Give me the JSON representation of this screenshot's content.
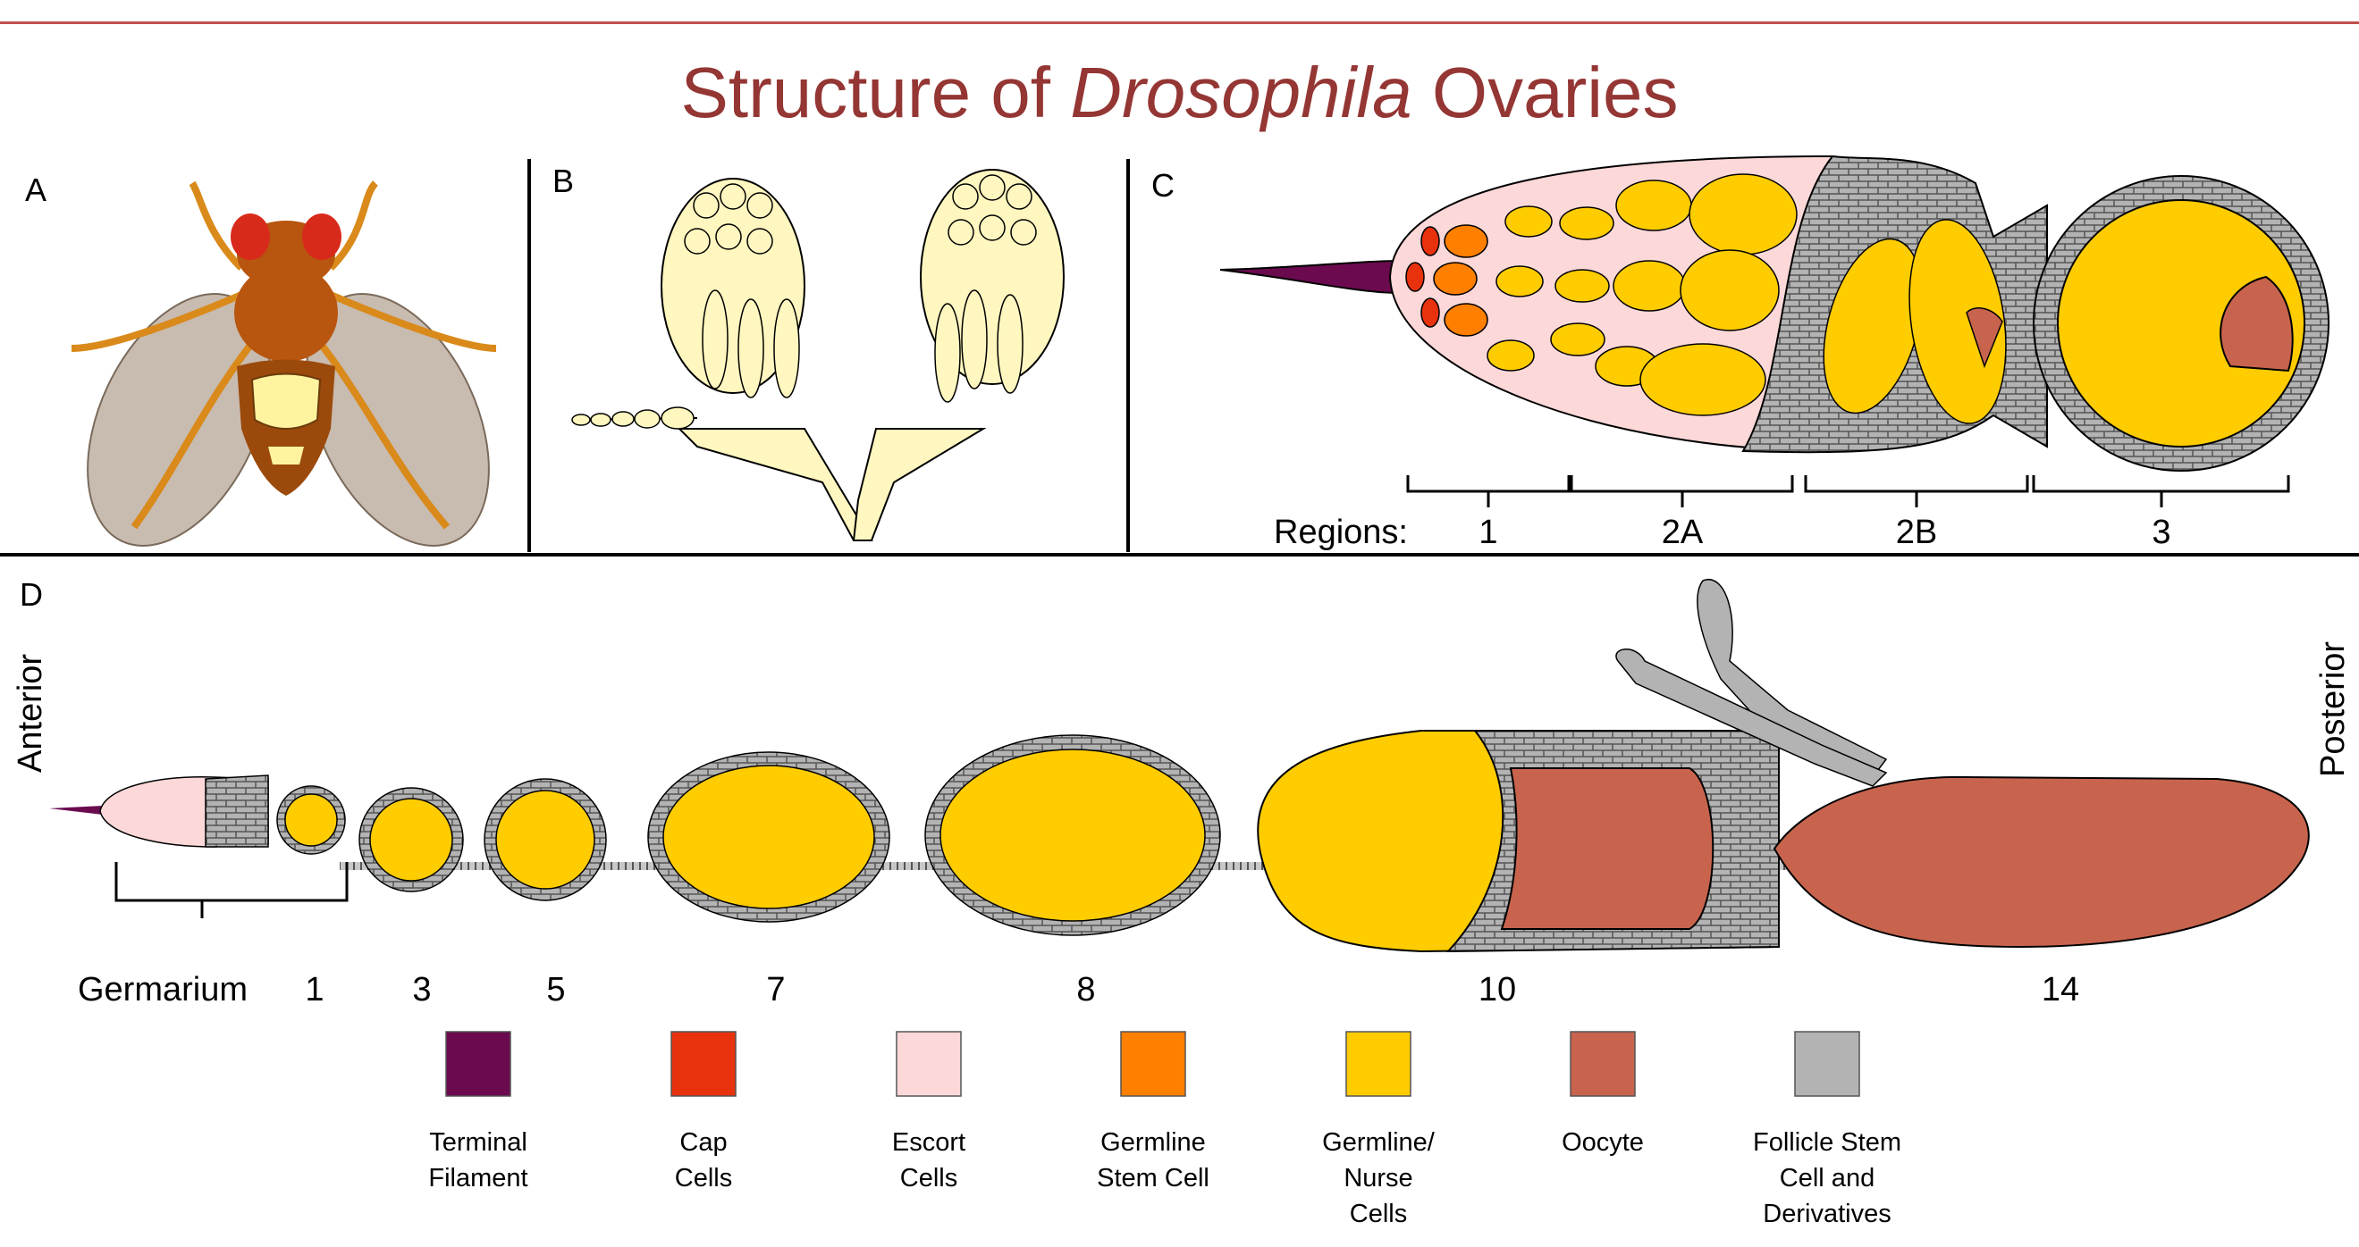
{
  "title": {
    "before": "Structure of ",
    "italic": "Drosophila",
    "after": " Ovaries"
  },
  "panels": {
    "a": "A",
    "b": "B",
    "c": "C",
    "d": "D"
  },
  "regions": {
    "label": "Regions:",
    "items": [
      "1",
      "2A",
      "2B",
      "3"
    ]
  },
  "axis": {
    "anterior": "Anterior",
    "posterior": "Posterior"
  },
  "stages": [
    "Germarium",
    "1",
    "3",
    "5",
    "7",
    "8",
    "10",
    "14"
  ],
  "legend": [
    {
      "color": "#6b0a4f",
      "lines": [
        "Terminal",
        "Filament"
      ]
    },
    {
      "color": "#e8320e",
      "lines": [
        "Cap",
        "Cells"
      ]
    },
    {
      "color": "#fdd8d8",
      "lines": [
        "Escort",
        "Cells"
      ]
    },
    {
      "color": "#ff7f00",
      "lines": [
        "Germline",
        "Stem Cell"
      ]
    },
    {
      "color": "#ffcc00",
      "lines": [
        "Germline/",
        "Nurse",
        "Cells"
      ]
    },
    {
      "color": "#c8644e",
      "lines": [
        "Oocyte"
      ]
    },
    {
      "color": "#b3b3b3",
      "lines": [
        "Follicle Stem",
        "Cell and",
        "Derivatives"
      ]
    }
  ]
}
